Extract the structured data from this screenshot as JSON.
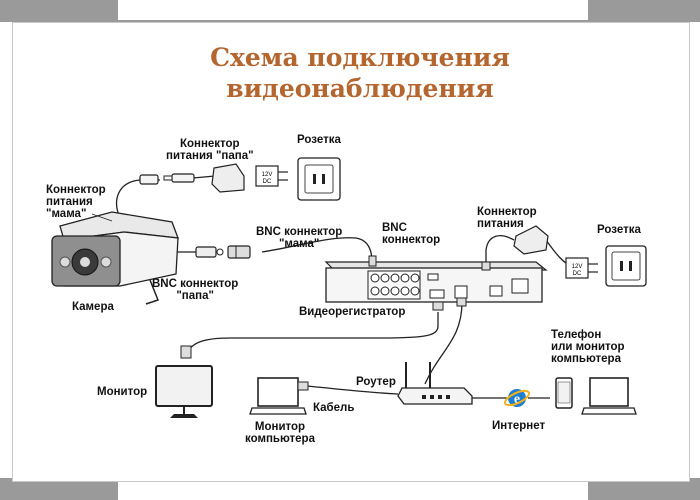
{
  "title": {
    "line1": "Схема подключения",
    "line2": "видеонаблюдения"
  },
  "labels": {
    "power_connector_male": [
      "Коннектор",
      "питания \"папа\""
    ],
    "socket_top": "Розетка",
    "power_connector_female": [
      "Коннектор",
      "питания",
      "\"мама\""
    ],
    "bnc_connector_female": [
      "BNC коннектор",
      "\"мама\""
    ],
    "bnc": [
      "BNC",
      "коннектор"
    ],
    "power_connector_right": [
      "Коннектор",
      "питания"
    ],
    "socket_right": "Розетка",
    "bnc_connector_male": [
      "BNC коннектор",
      "\"папа\""
    ],
    "camera": "Камера",
    "dvr": "Видеорегистратор",
    "phone_or_monitor": [
      "Телефон",
      "или монитор",
      "компьютера"
    ],
    "monitor": "Монитор",
    "router": "Роутер",
    "cable": "Кабель",
    "computer_monitor": [
      "Монитор",
      "компьютера"
    ],
    "internet": "Интернет"
  },
  "adapter_text": [
    "12V",
    "DC"
  ],
  "colors": {
    "title": "#b5652e",
    "line": "#222222",
    "device_fill": "#f4f4f4",
    "ie_blue": "#1e7fd0",
    "ie_ring": "#f2b21b"
  }
}
